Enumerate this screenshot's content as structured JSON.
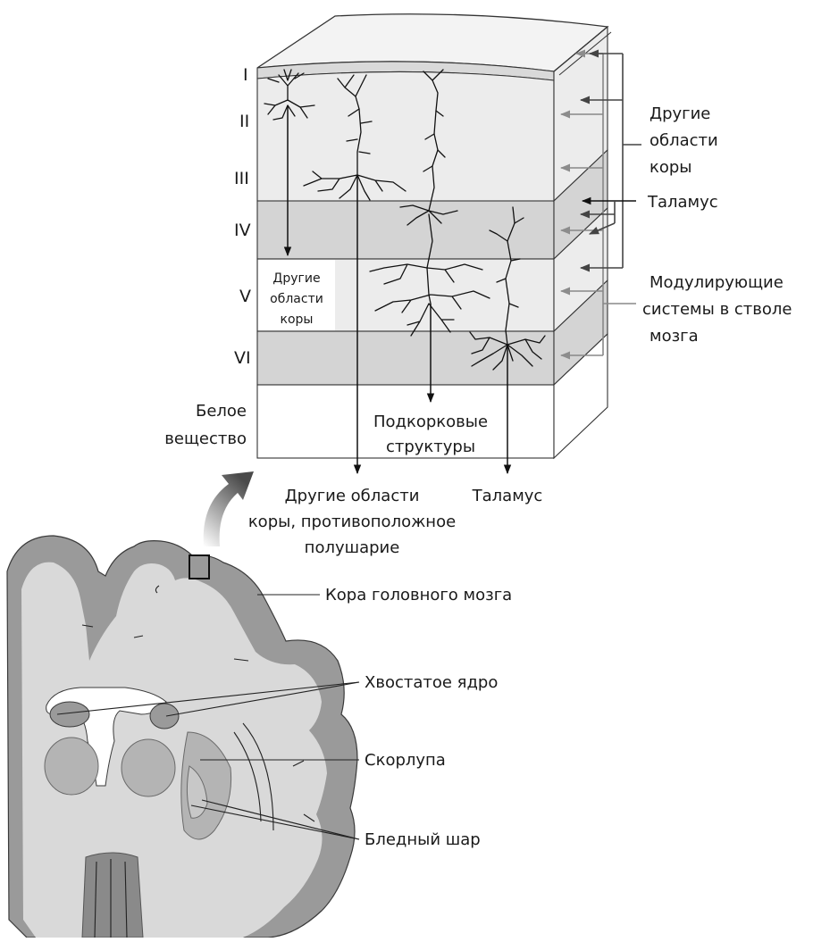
{
  "layers": {
    "I": "I",
    "II": "II",
    "III": "III",
    "IV": "IV",
    "V": "V",
    "VI": "VI",
    "white_matter": [
      "Белое",
      "вещество"
    ]
  },
  "labels": {
    "other_cortex_right": [
      "Другие",
      "области",
      "коры"
    ],
    "thalamus_right": "Таламус",
    "modulating": [
      "Модулирующие",
      "системы в стволе",
      "мозга"
    ],
    "other_cortex_inner": [
      "Другие",
      "области",
      "коры"
    ],
    "subcortical": [
      "Подкорковые",
      "структуры"
    ],
    "other_cortex_contra": [
      "Другие области",
      "коры, противоположное",
      "полушарие"
    ],
    "thalamus_bottom": "Таламус"
  },
  "brain_labels": {
    "cortex": "Кора головного мозга",
    "caudate": "Хвостатое ядро",
    "putamen": "Скорлупа",
    "globus_pallidus": "Бледный шар"
  },
  "colors": {
    "layer_light": "#ececec",
    "layer_dark": "#d4d4d4",
    "white_matter": "#ffffff",
    "grey_matter": "#9a9a9a",
    "white_matter_brain": "#d9d9d9",
    "arrow_grey": "#8c8c8c"
  }
}
